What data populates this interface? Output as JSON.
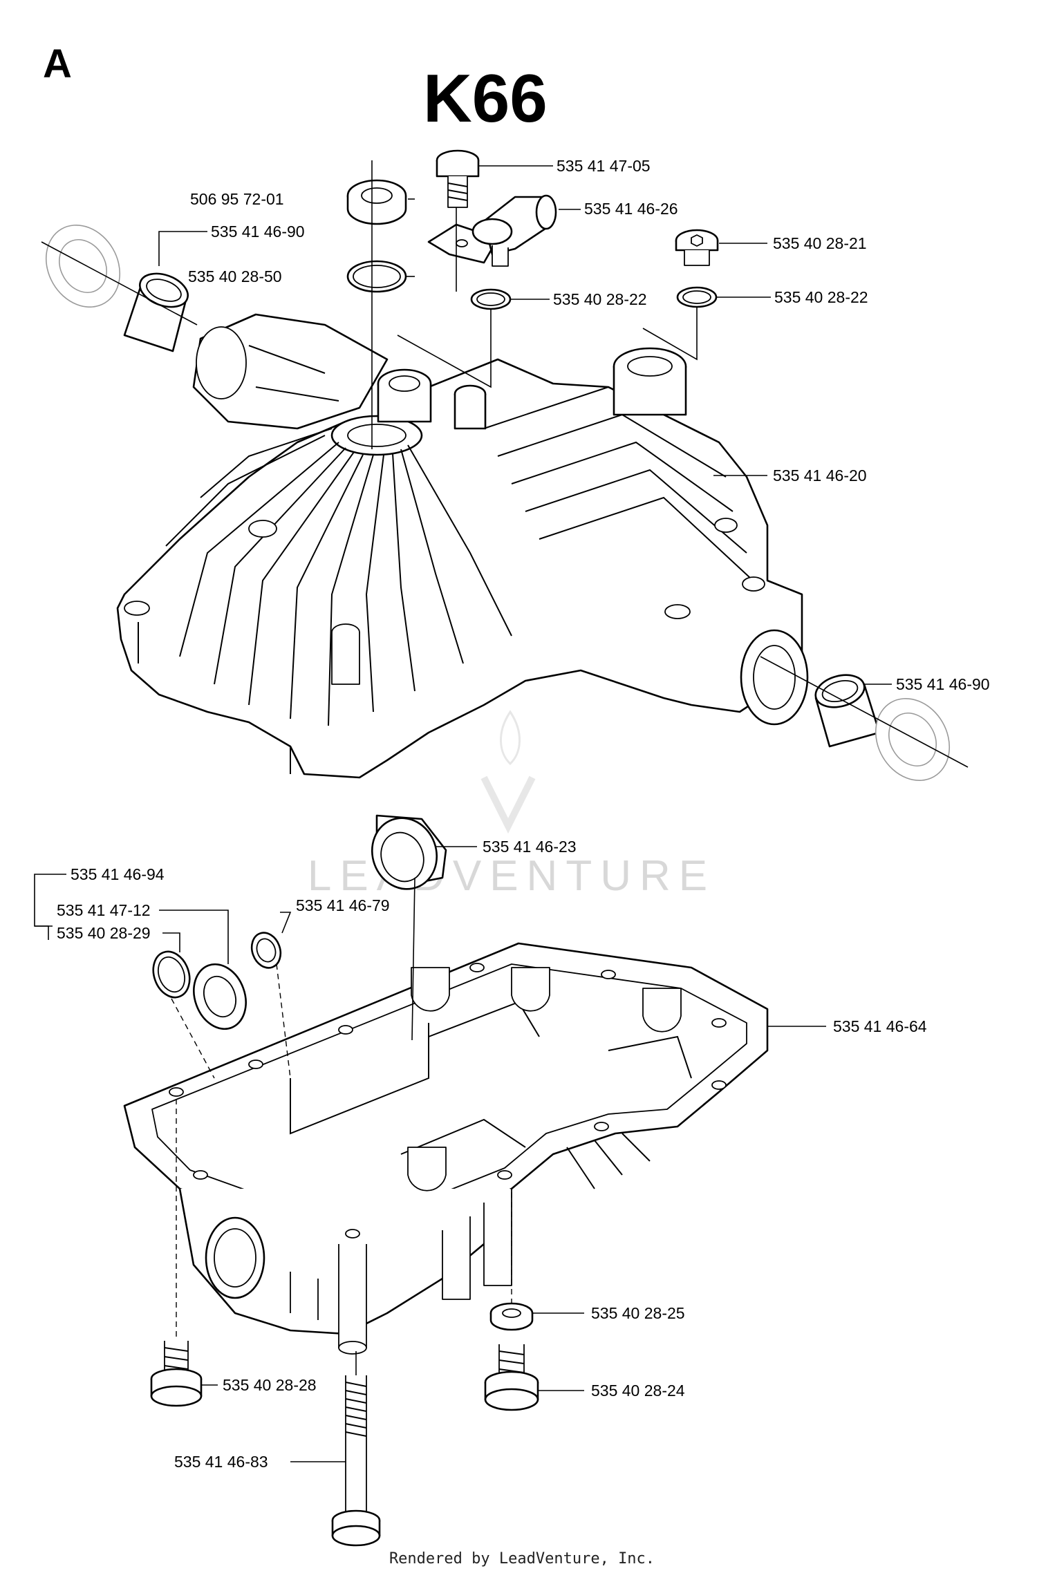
{
  "section_letter": "A",
  "model": "K66",
  "watermark": {
    "brand": "LEADVENTURE"
  },
  "footer": "Rendered by LeadVenture, Inc.",
  "callouts": {
    "c01": "535 41 47-05",
    "c02": "506 95 72-01",
    "c03": "535 41 46-26",
    "c04": "535 41 46-90",
    "c05": "535 40 28-21",
    "c06": "535 40 28-50",
    "c07": "535 40 28-22",
    "c08": "535 40 28-22",
    "c09": "535 41 46-20",
    "c10": "535 41 46-90",
    "c11": "535 41 46-23",
    "c12": "535 41 46-94",
    "c13": "535 41 47-12",
    "c14": "535 41 46-79",
    "c15": "535 40 28-29",
    "c16": "535 41 46-64",
    "c17": "535 40 28-25",
    "c18": "535 40 28-28",
    "c19": "535 40 28-24",
    "c20": "535 41 46-83"
  }
}
